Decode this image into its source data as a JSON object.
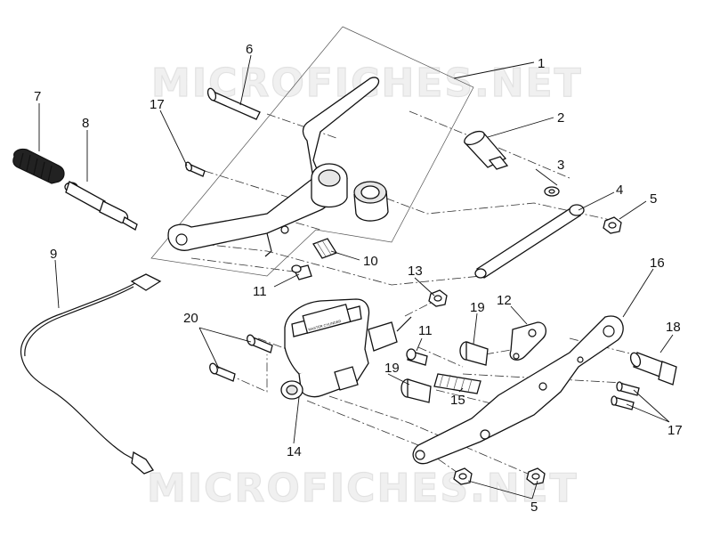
{
  "watermark": "MICROFICHES.NET",
  "callouts": {
    "p1": "1",
    "p2": "2",
    "p3": "3",
    "p4": "4",
    "p5a": "5",
    "p5b": "5",
    "p6": "6",
    "p7": "7",
    "p8": "8",
    "p9": "9",
    "p10": "10",
    "p11a": "11",
    "p11b": "11",
    "p12": "12",
    "p13": "13",
    "p14": "14",
    "p15": "15",
    "p16": "16",
    "p17a": "17",
    "p17b": "17",
    "p18": "18",
    "p19a": "19",
    "p19b": "19",
    "p20": "20"
  },
  "master_cylinder": {
    "label_text": "MASTER CYLINDER"
  }
}
